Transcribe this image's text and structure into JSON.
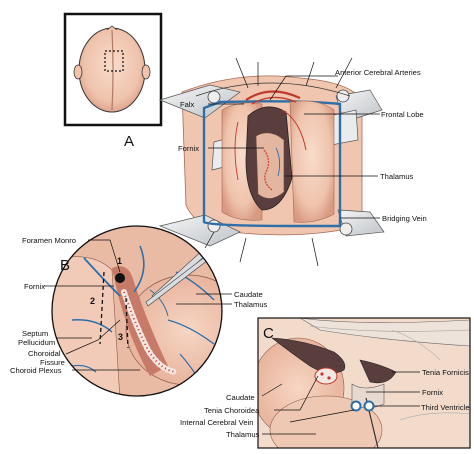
{
  "panels": {
    "a": "A",
    "b": "B",
    "c": "C"
  },
  "panel_a_labels": {
    "aca": "Anterior Cerebral Arteries",
    "falx": "Falx",
    "frontal_lobe": "Frontal Lobe",
    "fornix": "Fornix",
    "thalamus": "Thalamus",
    "bridging_vein": "Bridging Vein"
  },
  "panel_b_labels": {
    "foramen_monro": "Foramen Monro",
    "fornix": "Fornix",
    "caudate": "Caudate",
    "thalamus": "Thalamus",
    "septum_1": "Septum",
    "septum_2": "Pellucidum",
    "choroidal_1": "Choroidal",
    "choroidal_2": "Fissure",
    "choroid_plexus": "Choroid Plexus",
    "n1": "1",
    "n2": "2",
    "n3": "3"
  },
  "panel_c_labels": {
    "tenia_fornicis": "Tenia Fornicis",
    "fornix": "Fornix",
    "third_ventricle": "Third Ventricle",
    "caudate": "Caudate",
    "tenia_choroidea": "Tenia Choroidea",
    "icv": "Internal Cerebral Vein",
    "thalamus": "Thalamus"
  },
  "colors": {
    "brain": "#f2cdb8",
    "brain_shadow": "#dca48c",
    "vessel_red": "#c0392b",
    "vein_blue": "#2f6fa8",
    "ventricle_dark": "#5a3e3e",
    "retractor": "#e4e6e8",
    "outline": "#1a1a1a"
  }
}
